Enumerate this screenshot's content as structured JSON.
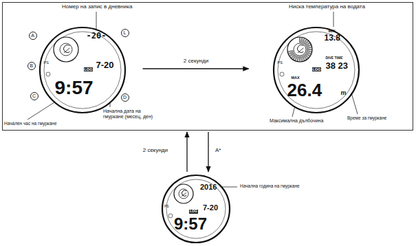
{
  "diagram": {
    "nodes": [
      {
        "text": []
      },
      {
        "text": [
          "-20-",
          "7-20",
          "9:57",
          "LOG",
          "PS",
          "A",
          "B",
          "C",
          "L",
          "D"
        ],
        "in": 0
      },
      {
        "text": [
          "MIN",
          "13.8",
          "DIVE TIME",
          "38 23",
          "LOG",
          "PS",
          "MAX",
          "26.4",
          "m"
        ],
        "in": 0
      },
      {
        "text": [
          "2016",
          "7-20",
          "9:57",
          "LOG",
          "PS"
        ]
      }
    ],
    "edges": [
      {
        "from": 1,
        "to": 2,
        "arrow": "to",
        "label": "2 секунди"
      },
      {
        "from": 3,
        "to": 0,
        "arrow": "to",
        "label": "2 секунди"
      },
      {
        "from": 0,
        "to": 3,
        "arrow": "to",
        "label": "A*"
      }
    ],
    "labels": [
      "Номер на запис в дневника",
      "Начален час на гмуркане",
      "Начална дата на гмуркане (месец, ден)",
      "Ниска температура на водата",
      "Максимална дълбочина",
      "Време за гмуркане",
      "Начална година на гмуркане"
    ]
  }
}
